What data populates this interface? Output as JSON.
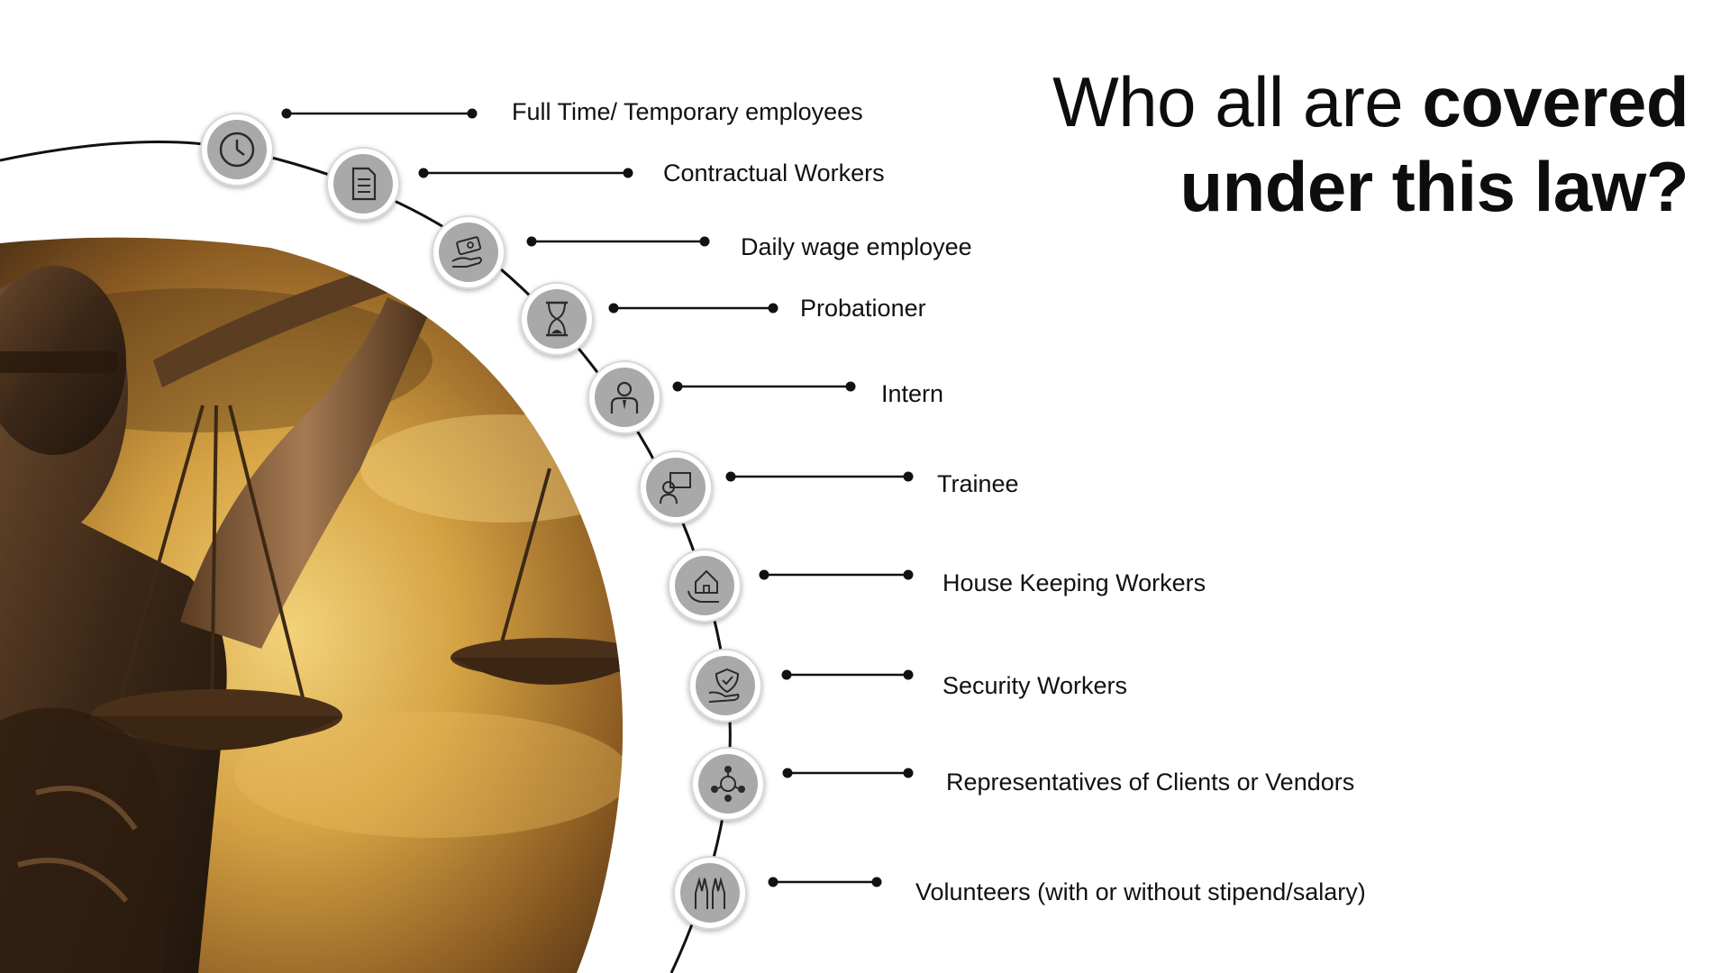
{
  "title": {
    "line1_regular": "Who all are ",
    "line1_bold": "covered",
    "line2_bold": "under this law?"
  },
  "items": [
    {
      "icon": "clock-icon",
      "label": "Full Time/ Temporary employees"
    },
    {
      "icon": "document-icon",
      "label": "Contractual Workers"
    },
    {
      "icon": "cash-hand-icon",
      "label": "Daily wage employee"
    },
    {
      "icon": "hourglass-icon",
      "label": "Probationer"
    },
    {
      "icon": "person-icon",
      "label": "Intern"
    },
    {
      "icon": "trainee-screen-icon",
      "label": "Trainee"
    },
    {
      "icon": "house-hand-icon",
      "label": "House Keeping Workers"
    },
    {
      "icon": "shield-hand-icon",
      "label": "Security Workers"
    },
    {
      "icon": "network-people-icon",
      "label": "Representatives of Clients or Vendors"
    },
    {
      "icon": "raised-hands-icon",
      "label": "Volunteers (with or without stipend/salary)"
    }
  ],
  "colors": {
    "icon_circle": "#a9a9a9",
    "icon_ring": "#ffffff",
    "icon_stroke": "#2a2a2a",
    "line": "#111111",
    "image_dark": "#2b1d10",
    "image_gold": "#d4a243"
  }
}
